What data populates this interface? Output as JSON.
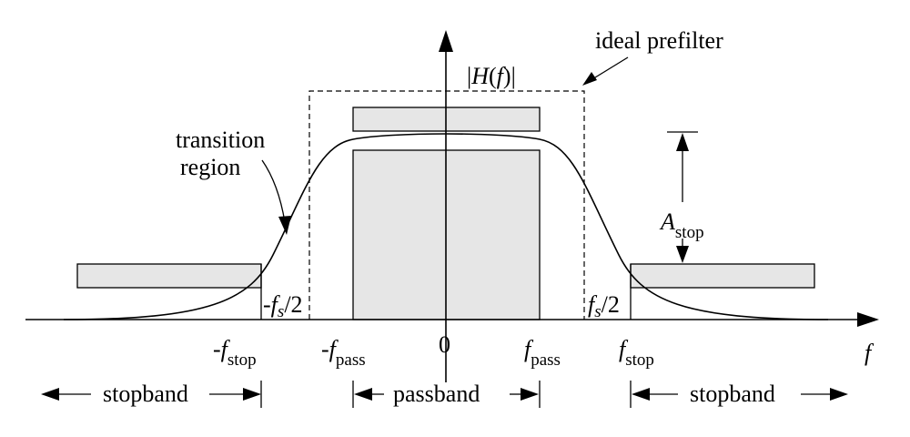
{
  "axis": {
    "y_label_pre": "|",
    "y_label_var": "H",
    "y_label_open": "(",
    "y_label_arg": "f",
    "y_label_close": ")|",
    "x_label": "f"
  },
  "annotations": {
    "ideal_prefilter": "ideal  prefilter",
    "transition_line1": "transition",
    "transition_line2": "region"
  },
  "ticks": {
    "zero": "0",
    "minus": "-",
    "f": "f",
    "stop_sub": "stop",
    "pass_sub": "pass",
    "s_sub": "s",
    "half": "/2"
  },
  "attenuation": {
    "symbol": "A",
    "sub": "stop"
  },
  "bands": {
    "stopband_left": "stopband",
    "passband": "passband",
    "stopband_right": "stopband"
  }
}
